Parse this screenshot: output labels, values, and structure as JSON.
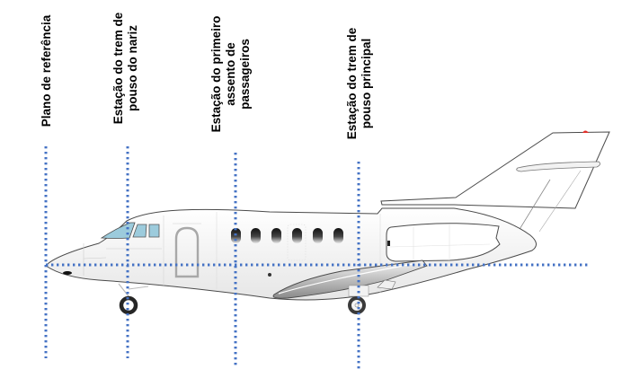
{
  "diagram": {
    "title": "Estações de referência da aeronave",
    "labels": [
      {
        "id": "reference-plane",
        "lines": [
          "Plano de referência"
        ]
      },
      {
        "id": "nose-gear-station",
        "lines": [
          "Estação do trem de",
          "pouso do nariz"
        ]
      },
      {
        "id": "first-seat-station",
        "lines": [
          "Estação do primeiro",
          "assento de",
          "passageiros"
        ]
      },
      {
        "id": "main-gear-station",
        "lines": [
          "Estação do trem de",
          "pouso principal"
        ]
      }
    ],
    "colors": {
      "dotted_line": "#4472c4",
      "windshield": "#9ccbdc",
      "fuselage": "#ffffff",
      "outline": "#4a4a4a",
      "tire": "#262626",
      "beacon": "#e0302a"
    }
  }
}
